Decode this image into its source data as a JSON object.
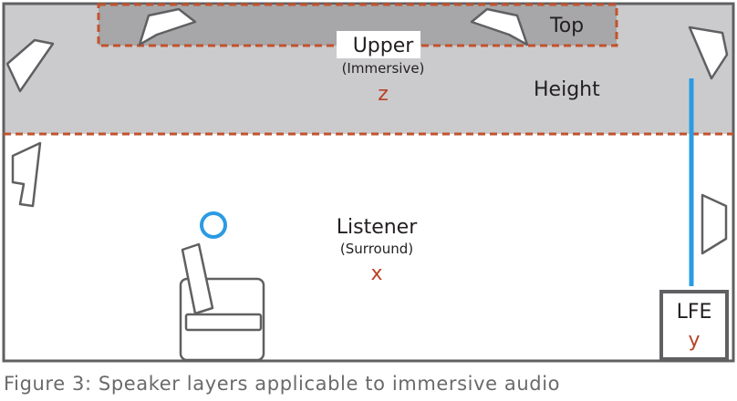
{
  "figure": {
    "caption": "Figure 3:  Speaker layers applicable to immersive audio"
  },
  "layers": {
    "top": {
      "label": "Top"
    },
    "height": {
      "label": "Height",
      "upper_label": "Upper",
      "upper_sublabel": "(Immersive)",
      "axis": "z"
    },
    "listener": {
      "label": "Listener",
      "sublabel": "(Surround)",
      "axis": "x"
    },
    "lfe": {
      "label": "LFE",
      "axis": "y"
    }
  },
  "colors": {
    "height_band": "#cbcbcd",
    "top_box": "#a7a7a9",
    "dashed_border": "#c2532e",
    "axis_letter": "#b84227",
    "lfe_line": "#2b9be2",
    "listener_head": "#2b9be2",
    "outline": "#606062",
    "caption_text": "#6a6a6c"
  }
}
